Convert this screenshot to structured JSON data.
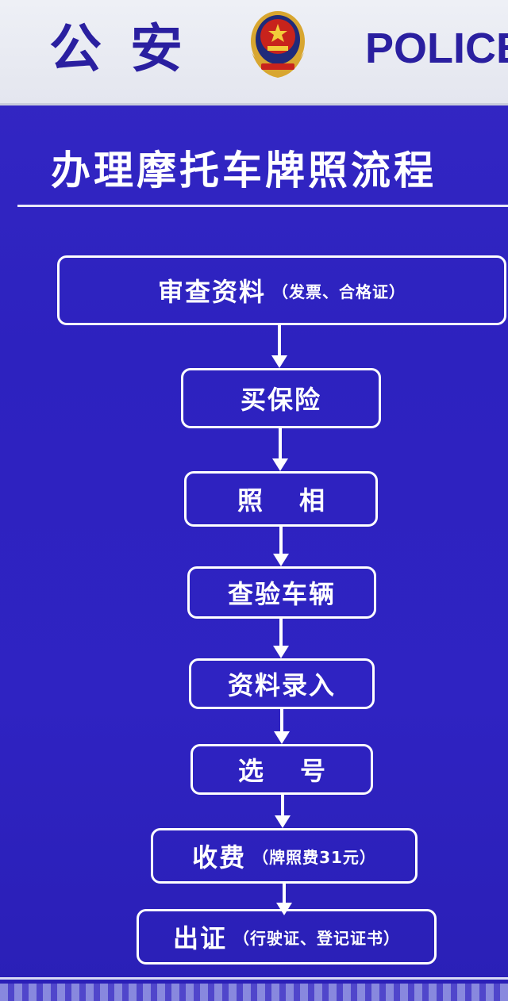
{
  "header": {
    "title_cn": "公安",
    "title_en": "POLICE"
  },
  "sign": {
    "title": "办理摩托车牌照流程"
  },
  "steps": [
    {
      "label": "审查资料",
      "note": "（发票、合格证）"
    },
    {
      "label": "买保险",
      "note": ""
    },
    {
      "label": "照相",
      "note": ""
    },
    {
      "label": "查验车辆",
      "note": ""
    },
    {
      "label": "资料录入",
      "note": ""
    },
    {
      "label": "选号",
      "note": ""
    },
    {
      "label": "收费",
      "note": "（牌照费31元）"
    },
    {
      "label": "出证",
      "note": "（行驶证、登记证书）"
    }
  ],
  "colors": {
    "board": "#2d22bf",
    "header_bg": "#eef0f6",
    "header_text": "#2a1fa0",
    "box_text": "#ffffff"
  },
  "icons": {
    "emblem": "police-emblem-icon",
    "flow": "arrow-down-icon"
  }
}
